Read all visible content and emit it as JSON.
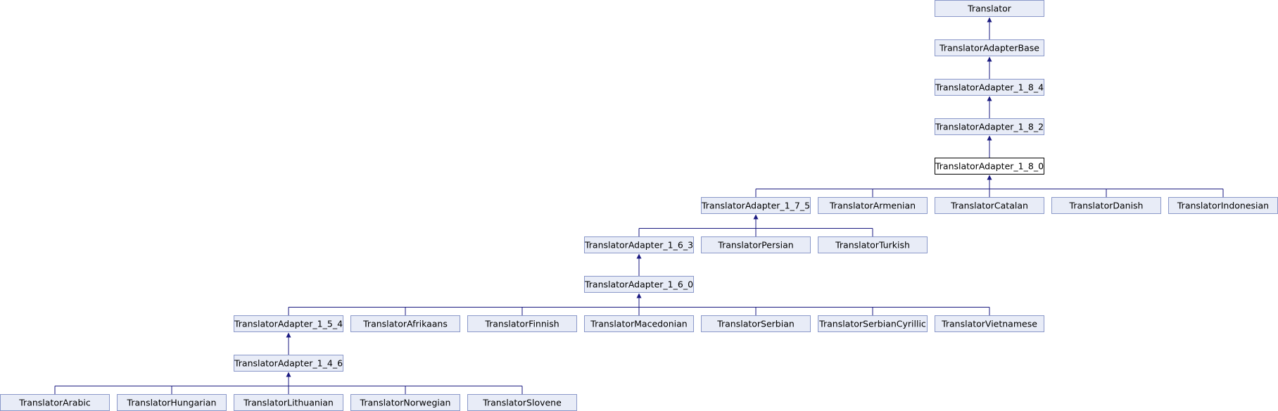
{
  "diagram": {
    "nodes": {
      "translator": "Translator",
      "adapter_base": "TranslatorAdapterBase",
      "adapter_1_8_4": "TranslatorAdapter_1_8_4",
      "adapter_1_8_2": "TranslatorAdapter_1_8_2",
      "adapter_1_8_0": "TranslatorAdapter_1_8_0",
      "adapter_1_7_5": "TranslatorAdapter_1_7_5",
      "armenian": "TranslatorArmenian",
      "catalan": "TranslatorCatalan",
      "danish": "TranslatorDanish",
      "indonesian": "TranslatorIndonesian",
      "adapter_1_6_3": "TranslatorAdapter_1_6_3",
      "persian": "TranslatorPersian",
      "turkish": "TranslatorTurkish",
      "adapter_1_6_0": "TranslatorAdapter_1_6_0",
      "adapter_1_5_4": "TranslatorAdapter_1_5_4",
      "afrikaans": "TranslatorAfrikaans",
      "finnish": "TranslatorFinnish",
      "macedonian": "TranslatorMacedonian",
      "serbian": "TranslatorSerbian",
      "serbian_cyrillic": "TranslatorSerbianCyrillic",
      "vietnamese": "TranslatorVietnamese",
      "adapter_1_4_6": "TranslatorAdapter_1_4_6",
      "arabic": "TranslatorArabic",
      "hungarian": "TranslatorHungarian",
      "lithuanian": "TranslatorLithuanian",
      "norwegian": "TranslatorNorwegian",
      "slovene": "TranslatorSlovene"
    },
    "highlighted": "adapter_1_8_0",
    "edges": [
      [
        "adapter_base",
        "translator"
      ],
      [
        "adapter_1_8_4",
        "adapter_base"
      ],
      [
        "adapter_1_8_2",
        "adapter_1_8_4"
      ],
      [
        "adapter_1_8_0",
        "adapter_1_8_2"
      ],
      [
        "adapter_1_7_5",
        "adapter_1_8_0"
      ],
      [
        "armenian",
        "adapter_1_8_0"
      ],
      [
        "catalan",
        "adapter_1_8_0"
      ],
      [
        "danish",
        "adapter_1_8_0"
      ],
      [
        "indonesian",
        "adapter_1_8_0"
      ],
      [
        "adapter_1_6_3",
        "adapter_1_7_5"
      ],
      [
        "persian",
        "adapter_1_7_5"
      ],
      [
        "turkish",
        "adapter_1_7_5"
      ],
      [
        "adapter_1_6_0",
        "adapter_1_6_3"
      ],
      [
        "adapter_1_5_4",
        "adapter_1_6_0"
      ],
      [
        "afrikaans",
        "adapter_1_6_0"
      ],
      [
        "finnish",
        "adapter_1_6_0"
      ],
      [
        "macedonian",
        "adapter_1_6_0"
      ],
      [
        "serbian",
        "adapter_1_6_0"
      ],
      [
        "serbian_cyrillic",
        "adapter_1_6_0"
      ],
      [
        "vietnamese",
        "adapter_1_6_0"
      ],
      [
        "adapter_1_4_6",
        "adapter_1_5_4"
      ],
      [
        "arabic",
        "adapter_1_4_6"
      ],
      [
        "hungarian",
        "adapter_1_4_6"
      ],
      [
        "lithuanian",
        "adapter_1_4_6"
      ],
      [
        "norwegian",
        "adapter_1_4_6"
      ],
      [
        "slovene",
        "adapter_1_4_6"
      ]
    ],
    "colors": {
      "node_fill": "#e8ecf7",
      "node_border": "#8a98c9",
      "highlight_border": "#000000",
      "edge": "#1a1a80"
    }
  }
}
